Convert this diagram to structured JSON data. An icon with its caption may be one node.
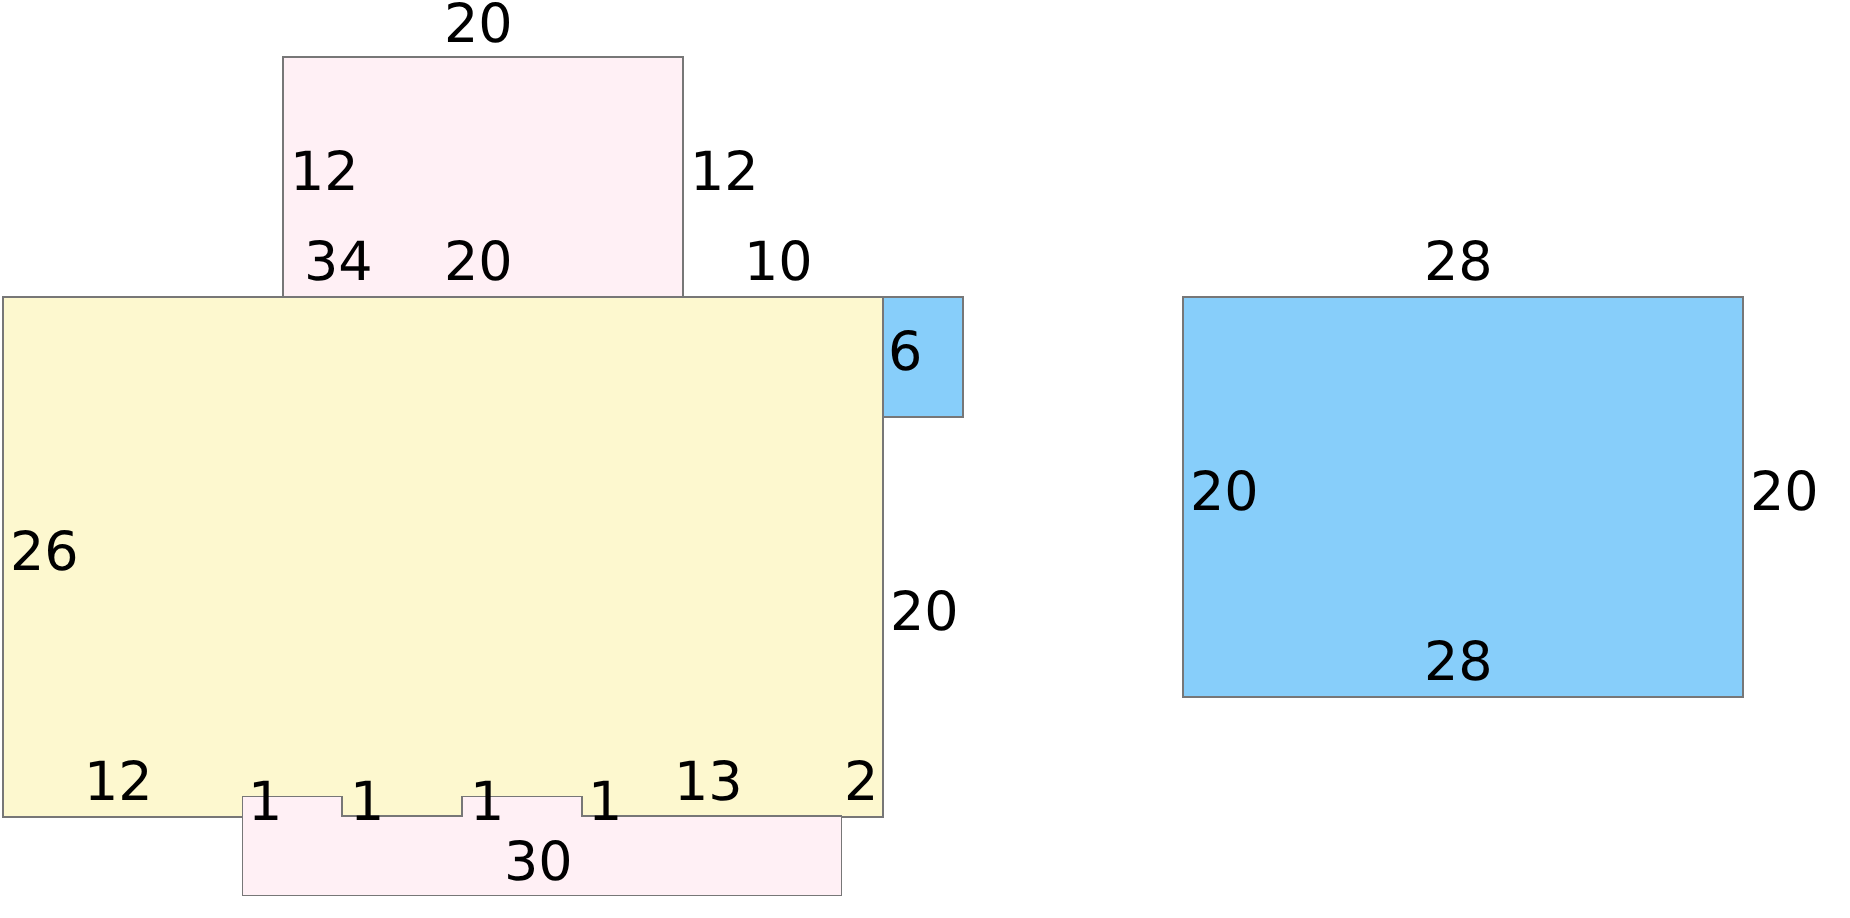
{
  "diagram": {
    "nodes": [
      {
        "text": [],
        "shape": "box"
      },
      {
        "text": [],
        "shape": "box"
      },
      {
        "text": [],
        "shape": "box"
      },
      {
        "text": [],
        "shape": "box"
      },
      {
        "text": [],
        "shape": "box"
      }
    ],
    "labels": [
      "20",
      "12",
      "12",
      "34",
      "20",
      "10",
      "28",
      "6",
      "20",
      "20",
      "26",
      "20",
      "28",
      "12",
      "1",
      "1",
      "1",
      "1",
      "13",
      "2",
      "30"
    ]
  }
}
